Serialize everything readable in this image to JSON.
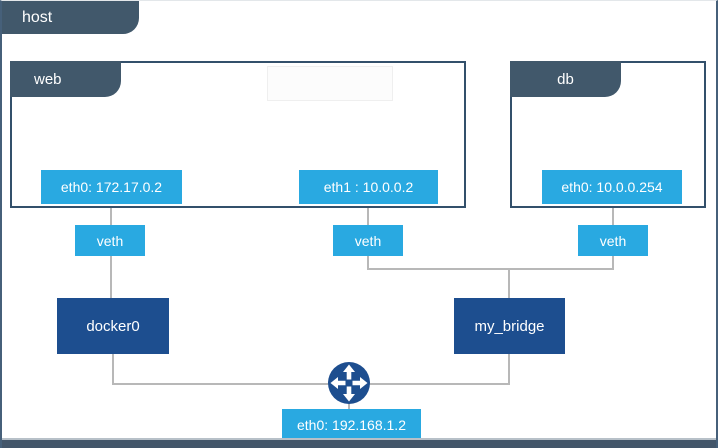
{
  "host": {
    "label": "host"
  },
  "containers": [
    {
      "label": "web",
      "interfaces": [
        "eth0: 172.17.0.2",
        "eth1 : 10.0.0.2"
      ]
    },
    {
      "label": "db",
      "interfaces": [
        "eth0: 10.0.0.254"
      ]
    }
  ],
  "veth_labels": [
    "veth",
    "veth",
    "veth"
  ],
  "bridges": [
    "docker0",
    "my_bridge"
  ],
  "host_interface": "eth0: 192.168.1.2",
  "icons": {
    "router": "router-icon"
  },
  "colors": {
    "accent_blue": "#29a9e1",
    "navy": "#1d4e8f",
    "slate_tab": "#41586b",
    "box_border": "#33506b",
    "connector_gray": "#b8b8b8",
    "bottom_bar": "#43566a"
  }
}
